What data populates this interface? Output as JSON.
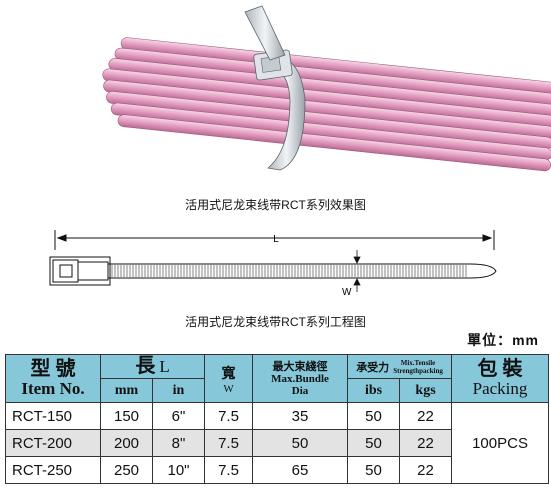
{
  "captions": {
    "effect": "活用式尼龙束线带RCT系列效果图",
    "engineering": "活用式尼龙束线带RCT系列工程图"
  },
  "drawing": {
    "length_label": "L",
    "width_label": "W"
  },
  "unit": "單位：mm",
  "table": {
    "headers": {
      "model_cn": "型 號",
      "model_en": "Item No.",
      "length_cn": "長",
      "length_sym": "L",
      "length_mm": "mm",
      "length_in": "in",
      "width_cn": "寬",
      "width_sym": "W",
      "bundle_cn": "最大束綫徑",
      "bundle_en_1": "Max.Bundle",
      "bundle_en_2": "Dia",
      "tensile_cn": "承受力",
      "tensile_en_1": "Mix.Tensile",
      "tensile_en_2": "Strengthpacking",
      "tensile_ibs": "ibs",
      "tensile_kgs": "kgs",
      "packing_cn": "包 裝",
      "packing_en": "Packing"
    },
    "rows": [
      {
        "model": "RCT-150",
        "mm": "150",
        "in": "6\"",
        "width": "7.5",
        "bundle": "35",
        "ibs": "50",
        "kgs": "22"
      },
      {
        "model": "RCT-200",
        "mm": "200",
        "in": "8\"",
        "width": "7.5",
        "bundle": "50",
        "ibs": "50",
        "kgs": "22"
      },
      {
        "model": "RCT-250",
        "mm": "250",
        "in": "10\"",
        "width": "7.5",
        "bundle": "65",
        "ibs": "50",
        "kgs": "22"
      }
    ],
    "packing_value": "100PCS"
  },
  "colors": {
    "header_bg": "#86c8da",
    "cable_pink": "#e8a9c8",
    "tie_gray": "#d9dfe4"
  }
}
